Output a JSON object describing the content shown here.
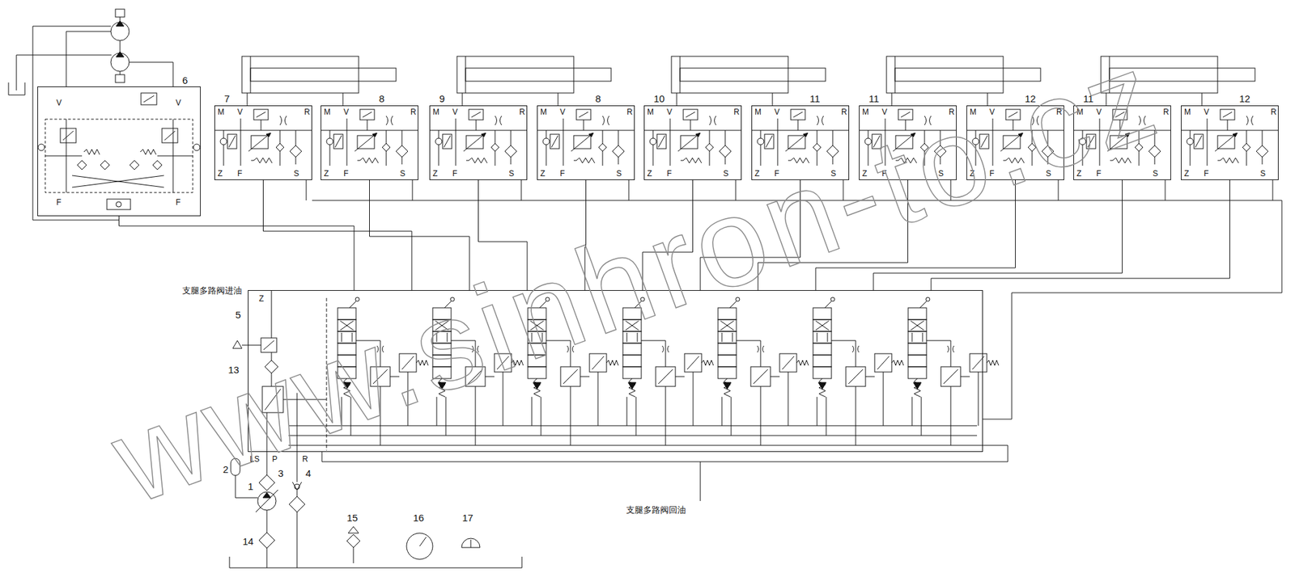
{
  "diagram": {
    "nodes": [
      {
        "text": [
          "6",
          "V",
          "V",
          "F",
          "F"
        ]
      },
      {
        "text": [
          "7",
          "M",
          "V",
          "R",
          "Z",
          "F",
          "S"
        ]
      },
      {
        "text": [
          "8",
          "M",
          "V",
          "R",
          "Z",
          "F",
          "S"
        ]
      },
      {
        "text": [
          "9",
          "M",
          "V",
          "R",
          "Z",
          "F",
          "S"
        ]
      },
      {
        "text": [
          "8",
          "M",
          "V",
          "R",
          "Z",
          "F",
          "S"
        ]
      },
      {
        "text": [
          "10",
          "M",
          "V",
          "R",
          "Z",
          "F",
          "S"
        ]
      },
      {
        "text": [
          "11",
          "M",
          "V",
          "R",
          "Z",
          "F",
          "S"
        ]
      },
      {
        "text": [
          "11",
          "M",
          "V",
          "R",
          "Z",
          "F",
          "S"
        ]
      },
      {
        "text": [
          "12",
          "M",
          "V",
          "R",
          "Z",
          "F",
          "S"
        ]
      },
      {
        "text": [
          "11",
          "M",
          "V",
          "R",
          "Z",
          "F",
          "S"
        ]
      },
      {
        "text": [
          "12",
          "M",
          "V",
          "R",
          "Z",
          "F",
          "S"
        ]
      },
      {
        "text": [
          "5",
          "Z",
          "LS",
          "P",
          "R"
        ]
      }
    ],
    "edges": [
      {
        "from": 0,
        "to": 11,
        "arrow": "none"
      },
      {
        "from": 1,
        "to": 11,
        "arrow": "none"
      },
      {
        "from": 2,
        "to": 11,
        "arrow": "none"
      },
      {
        "from": 3,
        "to": 11,
        "arrow": "none"
      },
      {
        "from": 4,
        "to": 11,
        "arrow": "none"
      },
      {
        "from": 5,
        "to": 11,
        "arrow": "none"
      },
      {
        "from": 6,
        "to": 11,
        "arrow": "none"
      },
      {
        "from": 7,
        "to": 11,
        "arrow": "none"
      },
      {
        "from": 8,
        "to": 11,
        "arrow": "none"
      },
      {
        "from": 9,
        "to": 11,
        "arrow": "none"
      },
      {
        "from": 10,
        "to": 11,
        "arrow": "none"
      }
    ],
    "labels": [
      "支腿多路阀进油",
      "支腿多路阀回油",
      "13",
      "2",
      "3",
      "4",
      "1",
      "14",
      "15",
      "16",
      "17",
      "www.sinhron-to.cz"
    ]
  }
}
